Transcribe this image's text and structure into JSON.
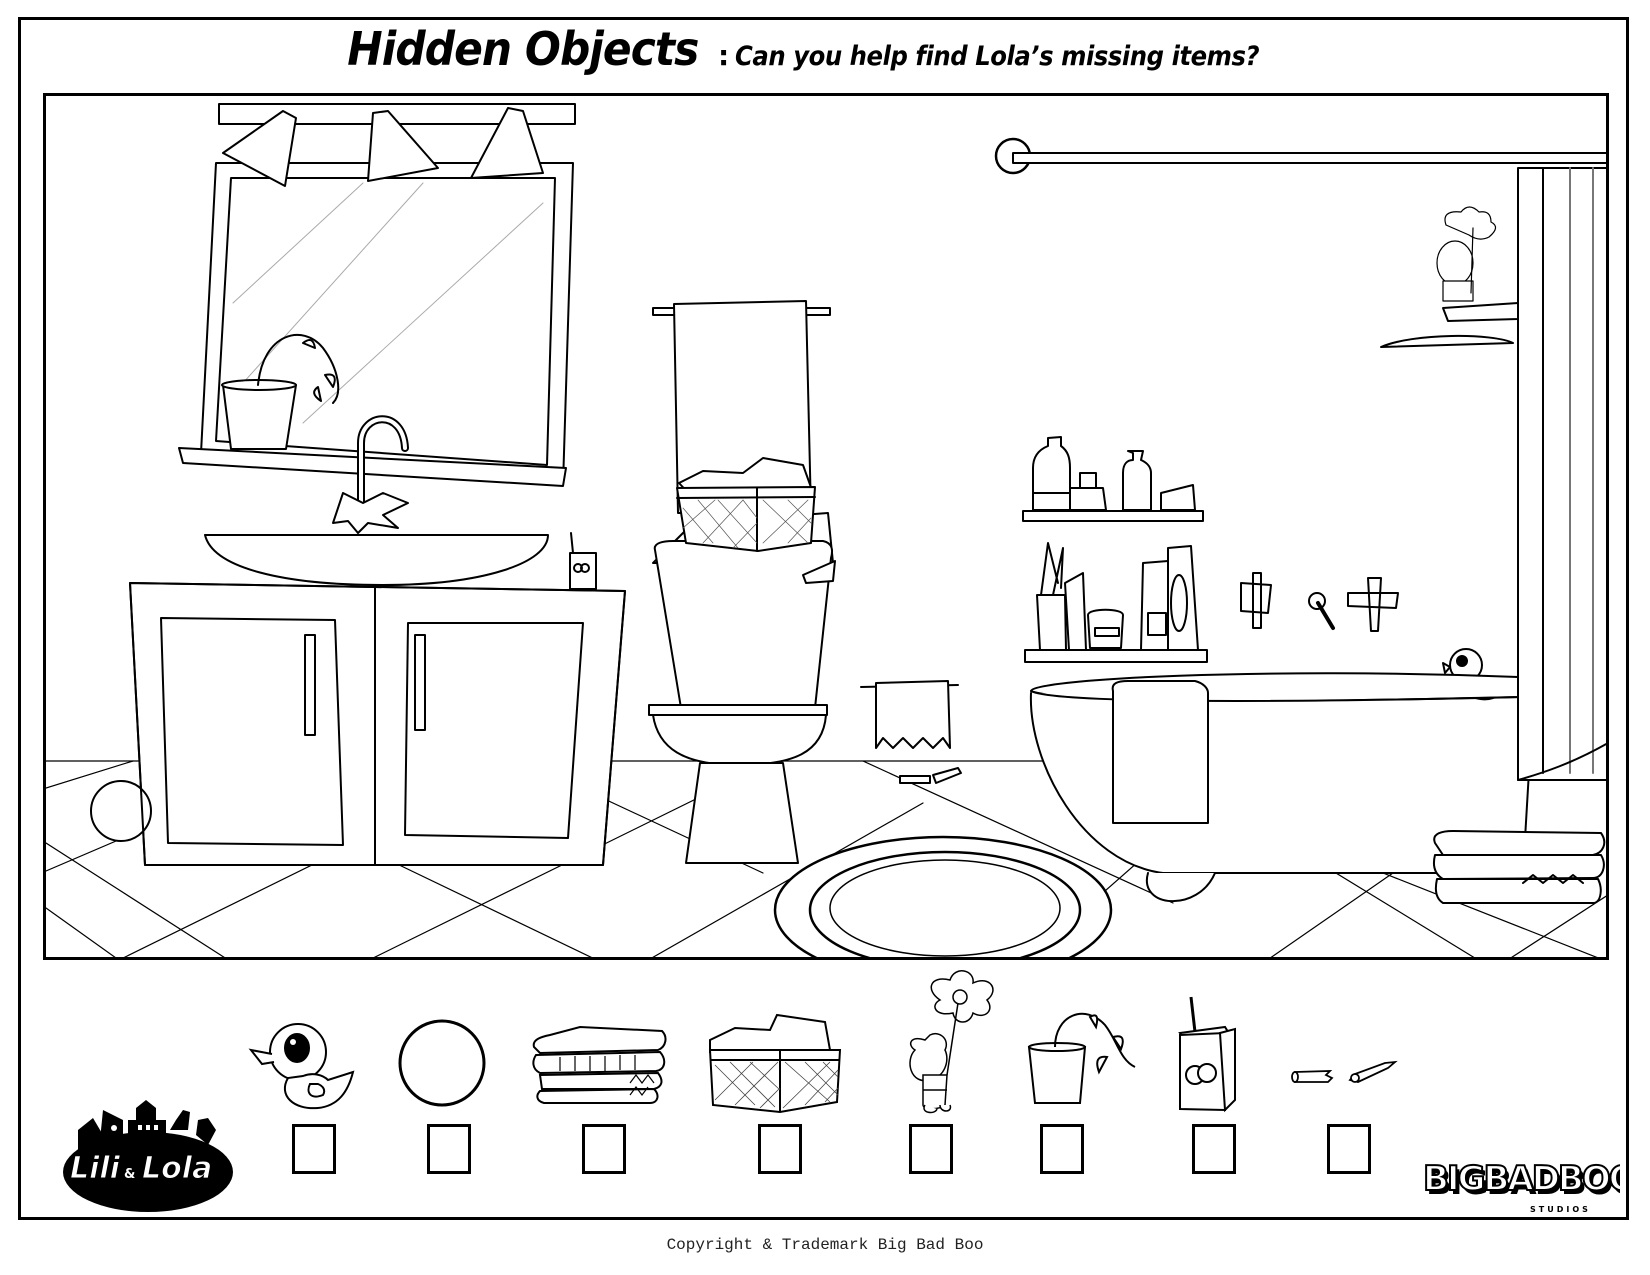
{
  "header": {
    "title": "Hidden Objects",
    "separator": ":",
    "subtitle": "Can you help find Lola’s missing items?"
  },
  "scene": {
    "description": "Cartoon bathroom line-art with mirror, sink cabinet, toilet, towel rack, shelves, bathtub, shower curtain and round rug"
  },
  "checklist": {
    "items": [
      {
        "name": "rubber-duck",
        "checked": false
      },
      {
        "name": "ball",
        "checked": false
      },
      {
        "name": "folded-towels",
        "checked": false
      },
      {
        "name": "basket-of-magazines",
        "checked": false
      },
      {
        "name": "gnome-with-flower",
        "checked": false
      },
      {
        "name": "potted-plant",
        "checked": false
      },
      {
        "name": "juice-box",
        "checked": false
      },
      {
        "name": "broken-pencil",
        "checked": false
      }
    ]
  },
  "logos": {
    "left": {
      "text_a": "Lili",
      "amp": "&",
      "text_b": "Lola"
    },
    "right": {
      "text": "BIGBADBOO",
      "sub": "STUDIOS"
    }
  },
  "footer": {
    "copyright": "Copyright & Trademark Big Bad Boo"
  },
  "colors": {
    "ink": "#000000",
    "paper": "#ffffff",
    "light_line": "#888888"
  }
}
